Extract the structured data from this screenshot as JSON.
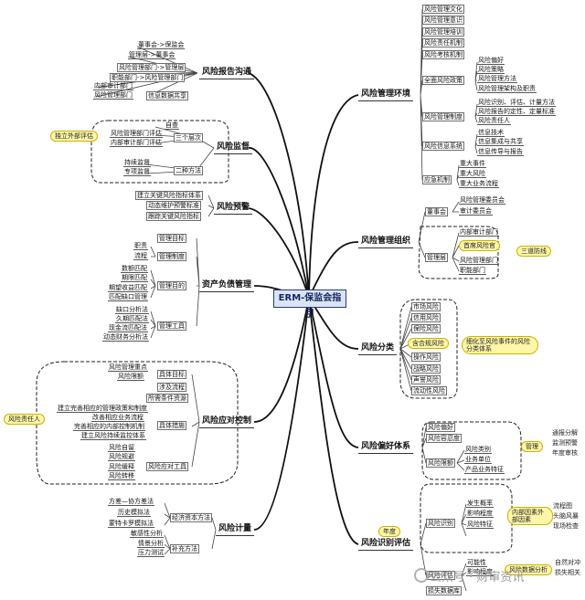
{
  "center": "ERM-保监会指引",
  "branches": {
    "env": "风险管理环境",
    "report": "风险报告沟通",
    "monitor": "风险监督",
    "warning": "风险预警",
    "alm": "资产负债管理",
    "control": "风险应对控制",
    "measure": "风险计量",
    "org": "风险管理组织",
    "classify": "风险分类",
    "appetite": "风险偏好体系",
    "identify": "风险识别评估"
  },
  "env_items": [
    "风险管理文化",
    "风险管理意识",
    "风险管理培训",
    "风险责任机制",
    "风险考核机制",
    "全面风险政策",
    "风险管理制度",
    "风险信息系统",
    "应急机制"
  ],
  "env_policy": [
    "风险偏好",
    "风险策略",
    "风险管理方法",
    "风险管理架构及职责"
  ],
  "env_system": [
    "风险识别、评估、计量方法",
    "风险报告的定性、定量标准",
    "风险责任人"
  ],
  "env_info": [
    "信息技术",
    "信息集成与共享",
    "信息传导与报告"
  ],
  "env_emergency": [
    "重大事件",
    "重大风险",
    "重大业务流程"
  ],
  "report_items": [
    "董事会->保监会",
    "管理层->董事会",
    "风险管理部门->管理层",
    "职能部门->风险管理部门",
    "内部审计部门",
    "风险管理部门",
    "信息数据共享"
  ],
  "monitor_items": [
    "自查",
    "风险管理部门评估",
    "内部审计部门评估",
    "三个层次",
    "持续监督",
    "专项监督",
    "二种方法"
  ],
  "monitor_note": "独立外部评估",
  "warning_items": [
    "建立关键风险指标体系",
    "动态维护预警标准",
    "跟踪关键风险指标"
  ],
  "alm_items": [
    "管理目标",
    "管理制度",
    "管理目的",
    "管理工具"
  ],
  "alm_system": [
    "职责",
    "流程"
  ],
  "alm_purpose": [
    "数额匹配",
    "期限匹配",
    "期望收益匹配",
    "匹配缺口管理"
  ],
  "alm_tools": [
    "缺口分析法",
    "久期匹配法",
    "现金流匹配法",
    "动态财务分析法"
  ],
  "control_items": [
    "风险管理重点",
    "风险限额",
    "具体目标",
    "涉及流程",
    "所需条件资源",
    "建立完善相应的管理政策和制度",
    "改善相应业务流程",
    "完善相应的内部控制机制",
    "建立风险持续监控体系",
    "具体措施",
    "风险自留",
    "风险规避",
    "风险缓释",
    "风险转移",
    "风险应对工具"
  ],
  "control_note": "风险责任人",
  "measure_items": [
    "方差—协方差法",
    "历史模拟法",
    "蒙特卡罗模拟法",
    "经济资本方法",
    "压力测试",
    "情景分析",
    "敏感性分析",
    "补充方法"
  ],
  "org_items": [
    "董事会",
    "风险管理委员会",
    "审计委员会",
    "管理层",
    "内部审计部门",
    "首席风险官",
    "风险管理部门",
    "职能部门"
  ],
  "org_note": "三道防线",
  "classify_items": [
    "市场风险",
    "信用风险",
    "保险风险",
    "含合规风险",
    "操作风险",
    "战略风险",
    "声誉风险",
    "流动性风险"
  ],
  "classify_note": "细化至风险事件的风险分类体系",
  "appetite_items": [
    "风险偏好",
    "风险容忍度",
    "风险限额",
    "风险类别",
    "业务单位",
    "产品业务特征"
  ],
  "appetite_note": "管理",
  "appetite_right": [
    "通报分解",
    "监测预警",
    "年度审核"
  ],
  "identify_items": [
    "风险识别",
    "发生概率",
    "影响程度",
    "风险特征",
    "风险评估",
    "可能性",
    "影响程度",
    "损失数据库"
  ],
  "identify_note1": "年度",
  "identify_note2": "内部因素外部因素",
  "identify_right": [
    "流程图",
    "头脑风暴",
    "现场检查"
  ],
  "identify_note3": "风险数据分析",
  "identify_right2": [
    "自然对冲",
    "损失相关"
  ],
  "watermark": "公众号 · 财审资讯"
}
